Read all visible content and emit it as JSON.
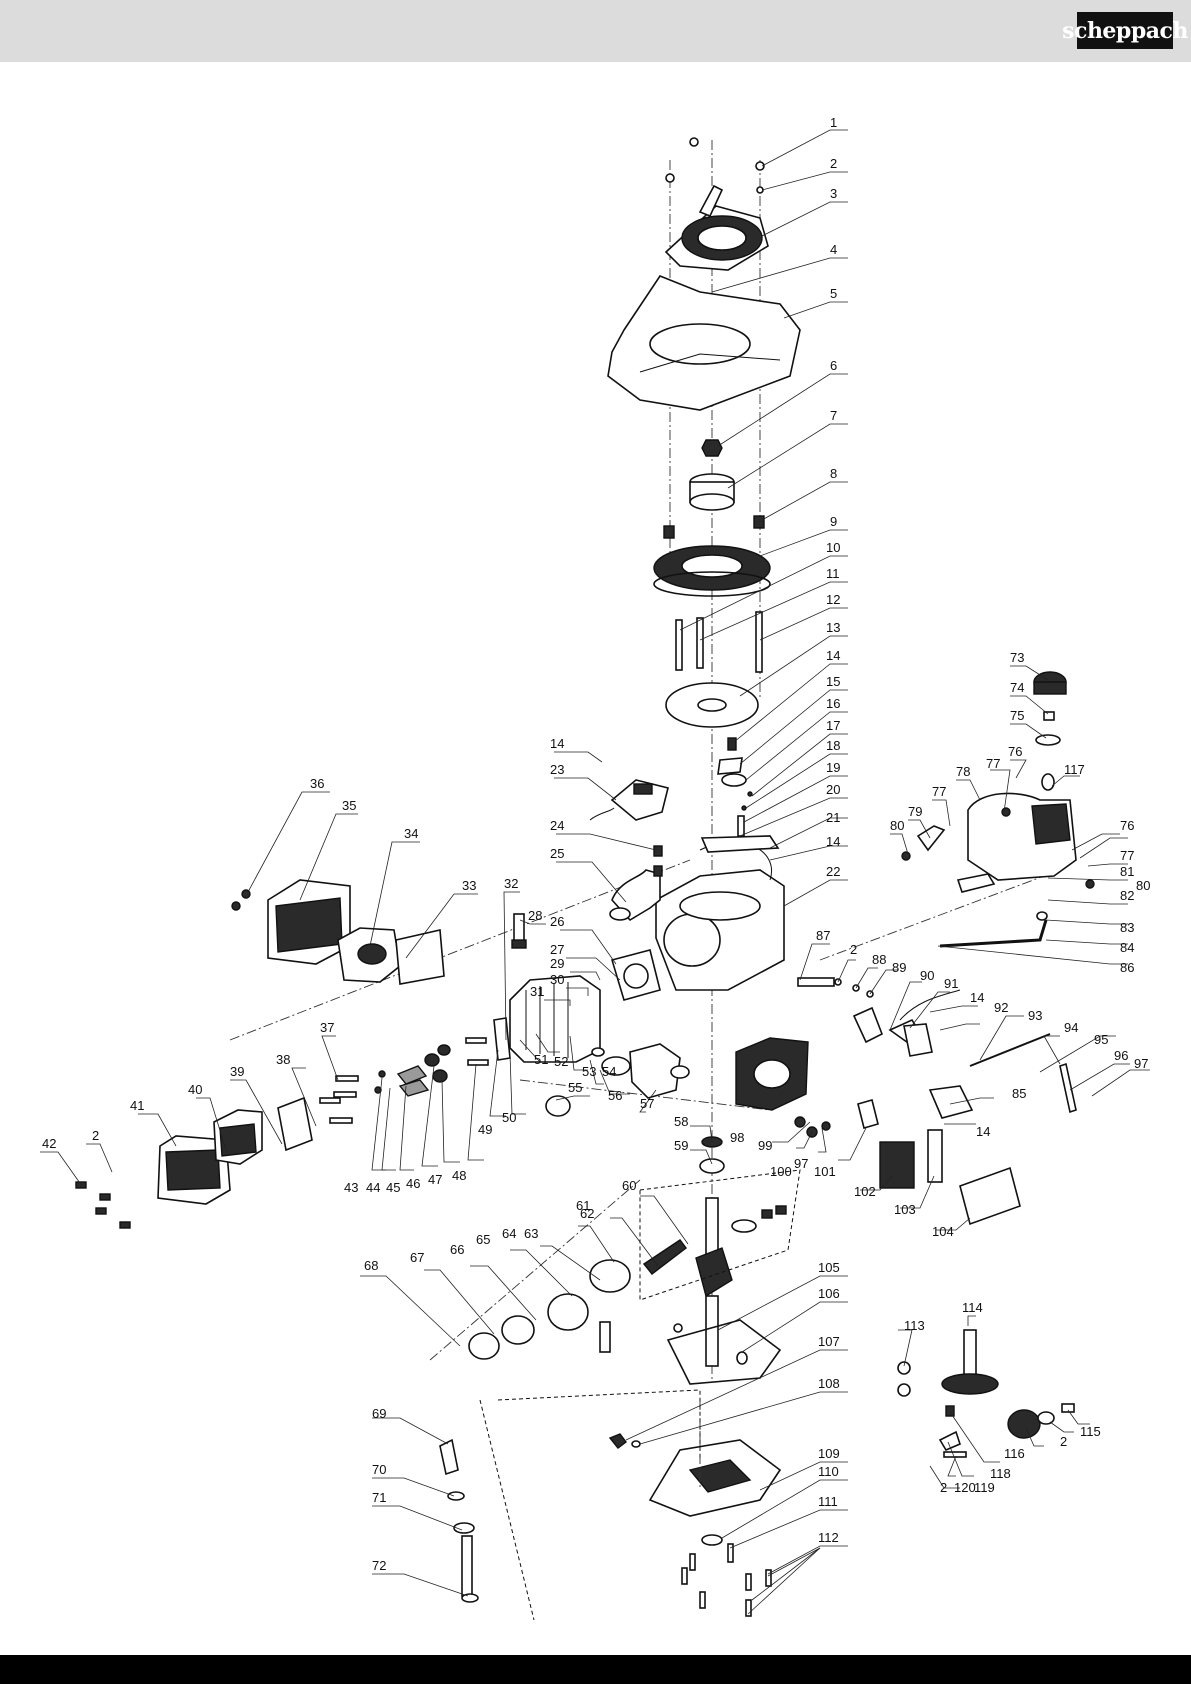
{
  "header": {
    "brand": "scheppach",
    "brand_color": "#111111",
    "bar_color": "#dcdcdc"
  },
  "footer": {
    "bar_color": "#000000"
  },
  "parts": {
    "p1": "1",
    "p2": "2",
    "p3": "3",
    "p4": "4",
    "p5": "5",
    "p6": "6",
    "p7": "7",
    "p8": "8",
    "p9": "9",
    "p10": "10",
    "p11": "11",
    "p12": "12",
    "p13": "13",
    "p14": "14",
    "p15": "15",
    "p16": "16",
    "p17": "17",
    "p18": "18",
    "p19": "19",
    "p20": "20",
    "p21": "21",
    "p22": "22",
    "p23": "23",
    "p24": "24",
    "p25": "25",
    "p26": "26",
    "p27": "27",
    "p28": "28",
    "p29": "29",
    "p30": "30",
    "p31": "31",
    "p32": "32",
    "p33": "33",
    "p34": "34",
    "p35": "35",
    "p36": "36",
    "p37": "37",
    "p38": "38",
    "p39": "39",
    "p40": "40",
    "p41": "41",
    "p42": "42",
    "p43": "43",
    "p44": "44",
    "p45": "45",
    "p46": "46",
    "p47": "47",
    "p48": "48",
    "p49": "49",
    "p50": "50",
    "p51": "51",
    "p52": "52",
    "p53": "53",
    "p54": "54",
    "p55": "55",
    "p56": "56",
    "p57": "57",
    "p58": "58",
    "p59": "59",
    "p60": "60",
    "p61": "61",
    "p62": "62",
    "p63": "63",
    "p64": "64",
    "p65": "65",
    "p66": "66",
    "p67": "67",
    "p68": "68",
    "p69": "69",
    "p70": "70",
    "p71": "71",
    "p72": "72",
    "p73": "73",
    "p74": "74",
    "p75": "75",
    "p76": "76",
    "p77": "77",
    "p78": "78",
    "p79": "79",
    "p80": "80",
    "p81": "81",
    "p82": "82",
    "p83": "83",
    "p84": "84",
    "p85": "85",
    "p86": "86",
    "p87": "87",
    "p88": "88",
    "p89": "89",
    "p90": "90",
    "p91": "91",
    "p92": "92",
    "p93": "93",
    "p94": "94",
    "p95": "95",
    "p96": "96",
    "p97": "97",
    "p98": "98",
    "p99": "99",
    "p100": "100",
    "p101": "101",
    "p102": "102",
    "p103": "103",
    "p104": "104",
    "p105": "105",
    "p106": "106",
    "p107": "107",
    "p108": "108",
    "p109": "109",
    "p110": "110",
    "p111": "111",
    "p112": "112",
    "p113": "113",
    "p114": "114",
    "p115": "115",
    "p116": "116",
    "p117": "117",
    "p118": "118",
    "p119": "119",
    "p120": "120"
  }
}
